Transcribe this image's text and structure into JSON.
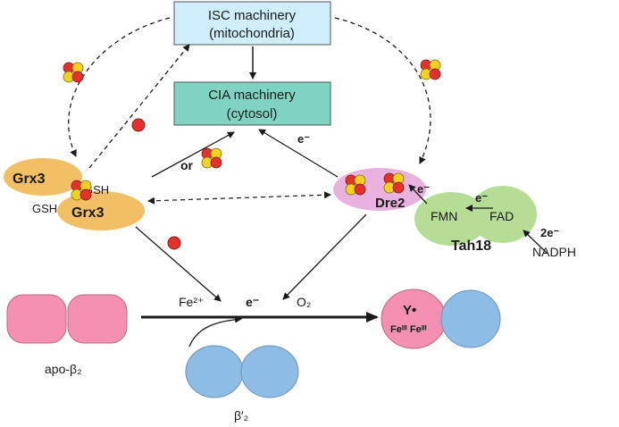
{
  "boxes": {
    "isc": {
      "line1": "ISC machinery",
      "line2": "(mitochondria)",
      "fill": "#cdeefa"
    },
    "cia": {
      "line1": "CIA machinery",
      "line2": "(cytosol)",
      "fill": "#7fd4c1"
    }
  },
  "grx3": {
    "top": "Grx3",
    "bottom": "Grx3",
    "gsh_right": "GSH",
    "gsh_left": "GSH",
    "fill": "#f3bf64"
  },
  "dre2": {
    "label": "Dre2",
    "fill": "#e9b1de"
  },
  "tah18": {
    "label": "Tah18",
    "fmn": "FMN",
    "fad": "FAD",
    "fill": "#b6dd96"
  },
  "electrons": {
    "to_cia": "e⁻",
    "fmn_to_dre2": "e⁻",
    "fad_to_fmn": "e⁻",
    "nadph_to_fad": "2e⁻",
    "center": "e⁻"
  },
  "nadph": "NADPH",
  "or": "or",
  "reaction": {
    "fe": "Fe²⁺",
    "o2": "O₂"
  },
  "radical": {
    "y": "Y•",
    "fe_label": "Feᴵᴵᴵ Feᴵᴵᴵ"
  },
  "labels": {
    "apo_beta2": "apo-β₂",
    "beta_prime2": "β′₂"
  },
  "colors": {
    "pink": "#f590b3",
    "blue": "#8dbde6",
    "cluster_red": "#e4322b",
    "cluster_yellow": "#f2d21f"
  }
}
